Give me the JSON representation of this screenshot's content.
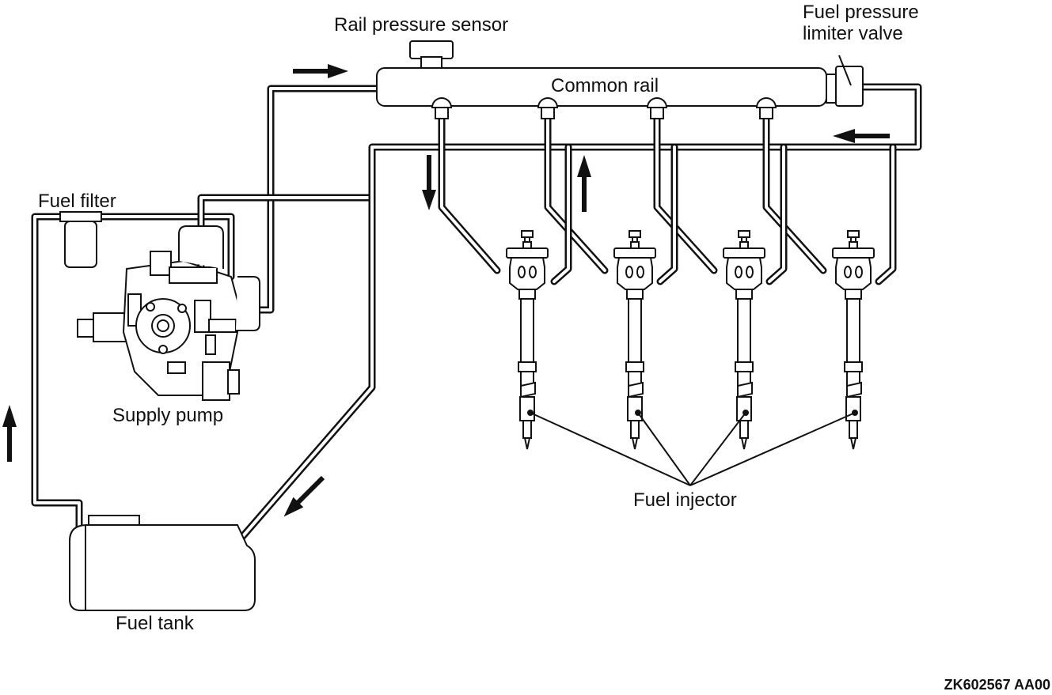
{
  "labels": {
    "rail_pressure_sensor": "Rail pressure sensor",
    "limiter_line1": "Fuel pressure",
    "limiter_line2": "limiter valve",
    "common_rail": "Common rail",
    "fuel_filter": "Fuel filter",
    "supply_pump": "Supply pump",
    "fuel_injector": "Fuel injector",
    "fuel_tank": "Fuel tank"
  },
  "figure_code": "ZK602567 AA00",
  "colors": {
    "line": "#111111",
    "background": "#ffffff"
  }
}
